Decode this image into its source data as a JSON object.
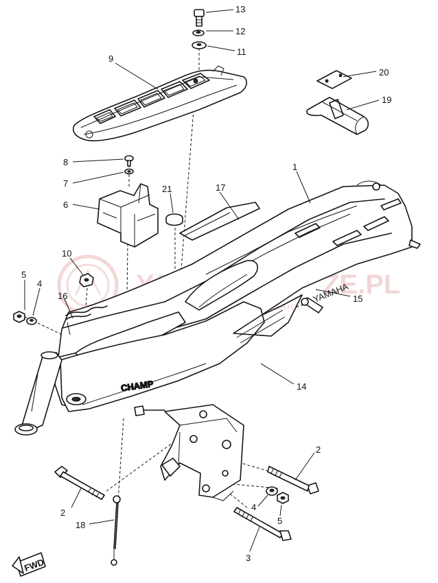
{
  "watermark": {
    "brand": "YAMAHA",
    "url_tail": "ZE.PL",
    "sub": "WYPOSAŻENIE I CZĘŚCI YAMAHA"
  },
  "model_text": "CHAMP",
  "frame_text": "YAMAHA",
  "fwd_label": "FWD",
  "callouts": [
    {
      "id": "13",
      "label": "13"
    },
    {
      "id": "12",
      "label": "12"
    },
    {
      "id": "11",
      "label": "11"
    },
    {
      "id": "9",
      "label": "9"
    },
    {
      "id": "20",
      "label": "20"
    },
    {
      "id": "19",
      "label": "19"
    },
    {
      "id": "8",
      "label": "8"
    },
    {
      "id": "7",
      "label": "7"
    },
    {
      "id": "1",
      "label": "1"
    },
    {
      "id": "21",
      "label": "21"
    },
    {
      "id": "17",
      "label": "17"
    },
    {
      "id": "6",
      "label": "6"
    },
    {
      "id": "10",
      "label": "10"
    },
    {
      "id": "5",
      "label": "5"
    },
    {
      "id": "4a",
      "label": "4"
    },
    {
      "id": "16",
      "label": "16"
    },
    {
      "id": "15",
      "label": "15"
    },
    {
      "id": "14",
      "label": "14"
    },
    {
      "id": "2a",
      "label": "2"
    },
    {
      "id": "2b",
      "label": "2"
    },
    {
      "id": "4b",
      "label": "4"
    },
    {
      "id": "5b",
      "label": "5"
    },
    {
      "id": "18",
      "label": "18"
    },
    {
      "id": "3",
      "label": "3"
    }
  ]
}
